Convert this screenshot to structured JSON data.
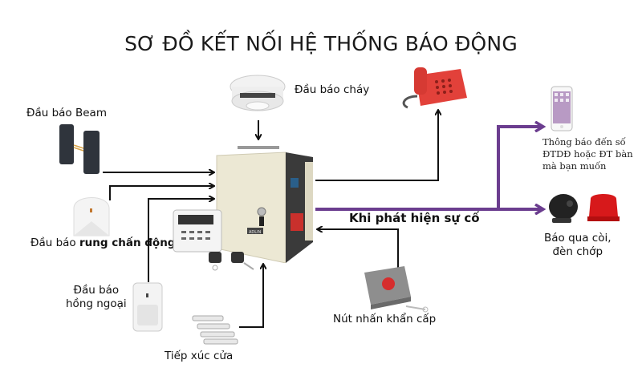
{
  "title": "SƠ ĐỒ KẾT NỐI HỆ THỐNG BÁO ĐỘNG",
  "devices": {
    "smoke": {
      "label": "Đầu báo cháy",
      "icon": "smoke-detector-icon"
    },
    "beam": {
      "label": "Đầu báo Beam",
      "icon": "beam-sensor-icon"
    },
    "vibration": {
      "label_normal": "Đầu báo",
      "label_bold": "rung chấn động",
      "icon": "vibration-sensor-icon"
    },
    "pir": {
      "label_line1": "Đầu báo",
      "label_line2": "hồng ngoại",
      "icon": "pir-sensor-icon"
    },
    "door": {
      "label": "Tiếp xúc cửa",
      "icon": "door-contact-icon"
    },
    "panic": {
      "label": "Nút nhấn khẩn cấp",
      "icon": "panic-button-icon"
    },
    "phone": {
      "icon": "desk-phone-icon"
    },
    "mobile": {
      "label_line1": "Thông báo đến số",
      "label_line2": "ĐTDĐ hoặc ĐT bàn",
      "label_line3": "mà bạn muốn",
      "icon": "smartphone-icon"
    },
    "siren": {
      "label_line1": "Báo qua còi,",
      "label_line2": "đèn chớp",
      "icon": "siren-strobe-icon"
    },
    "panel": {
      "icon": "alarm-control-panel-icon",
      "brand": "ADLIN"
    },
    "keypad": {
      "icon": "keypad-icon"
    },
    "remotes": {
      "icon": "remote-keyfob-icon"
    }
  },
  "event_label": "Khi phát hiện sự cố",
  "colors": {
    "wire": "#111111",
    "alert_wire": "#6b3d8f",
    "phone_red": "#e2413a",
    "panel_beige": "#ece8d4"
  }
}
